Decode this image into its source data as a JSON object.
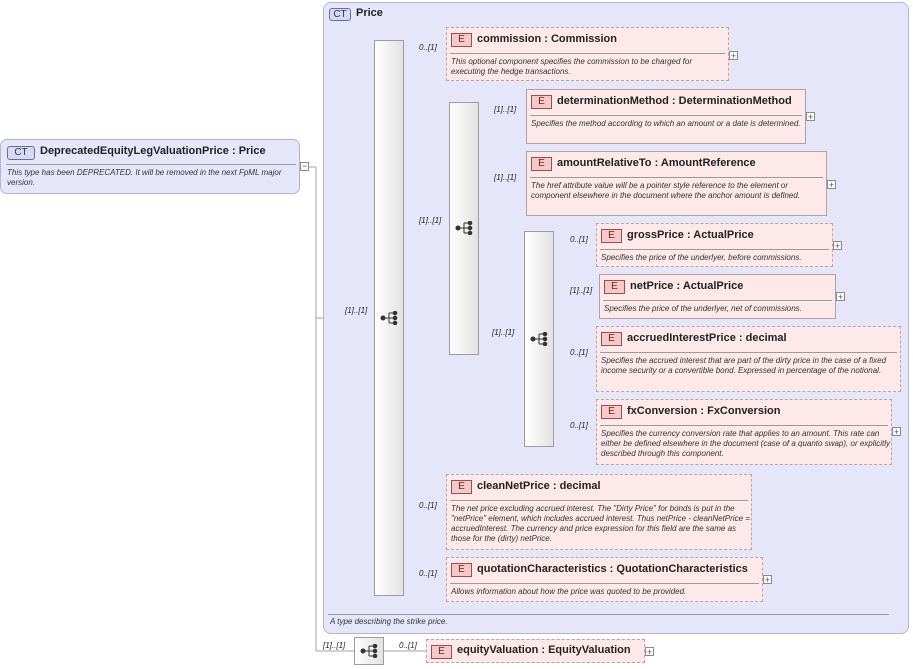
{
  "badges": {
    "ct": "CT",
    "ct_root": "CT",
    "element": "E"
  },
  "root": {
    "name": "DeprecatedEquityLegValuationPrice",
    "type": "Price",
    "description": "This type has been DEPRECATED. It will be removed in the next FpML major version."
  },
  "price_type": {
    "name": "Price",
    "footer": "A type describing the strike price."
  },
  "elements": {
    "commission": {
      "name": "commission",
      "type": "Commission",
      "card": "0..[1]",
      "description": "This optional component specifies the commission to be charged for executing the hedge transactions."
    },
    "determinationMethod": {
      "name": "determinationMethod",
      "type": "DeterminationMethod",
      "card": "[1]..[1]",
      "description": "Specifies the method according to which an amount or a date is determined."
    },
    "amountRelativeTo": {
      "name": "amountRelativeTo",
      "type": "AmountReference",
      "card": "[1]..[1]",
      "description": "The href attribute value will be a pointer style reference to the element or component elsewhere in the document where the anchor amount is defined."
    },
    "grossPrice": {
      "name": "grossPrice",
      "type": "ActualPrice",
      "card": "0..[1]",
      "description": "Specifies the price of the underlyer, before commissions."
    },
    "netPrice": {
      "name": "netPrice",
      "type": "ActualPrice",
      "card": "[1]..[1]",
      "description": "Specifies the price of the underlyer, net of commissions."
    },
    "accruedInterestPrice": {
      "name": "accruedInterestPrice",
      "type": "decimal",
      "card": "0..[1]",
      "description": "Specifies the accrued interest that are part of the dirty price in the case of a fixed income security or a convertible bond. Expressed in percentage of the notional."
    },
    "fxConversion": {
      "name": "fxConversion",
      "type": "FxConversion",
      "card": "0..[1]",
      "description": "Specifies the currency conversion rate that applies to an amount. This rate can either be defined elsewhere in the document (case of a quanto swap), or explicitly described through this component."
    },
    "cleanNetPrice": {
      "name": "cleanNetPrice",
      "type": "decimal",
      "card": "0..[1]",
      "description": "The net price excluding accrued interest. The \"Dirty Price\" for bonds is put in the \"netPrice\" element, which includes accrued interest. Thus netPrice - cleanNetPrice = accruedInterest. The currency and price expression for this field are the same as those for the (dirty) netPrice."
    },
    "quotationCharacteristics": {
      "name": "quotationCharacteristics",
      "type": "QuotationCharacteristics",
      "card": "0..[1]",
      "description": "Allows information about how the price was quoted to be provided."
    },
    "equityValuation": {
      "name": "equityValuation",
      "type": "EquityValuation",
      "card": "0..[1]"
    }
  },
  "cardinalities": {
    "main_sequence": "[1]..[1]",
    "determination_choice": "[1]..[1]",
    "price_choice": "[1]..[1]",
    "outer_sequence": "[1]..[1]"
  },
  "symbols": {
    "colon": ":",
    "expand": "+",
    "collapse": "−"
  },
  "icons": {
    "sequence": "sequence-compositor-icon",
    "choice": "choice-compositor-icon"
  },
  "colors": {
    "ct_panel": "#e6e6fb",
    "element_bg": "#fde9e9",
    "element_badge": "#f6c8c8",
    "line": "#a0a0a0"
  }
}
